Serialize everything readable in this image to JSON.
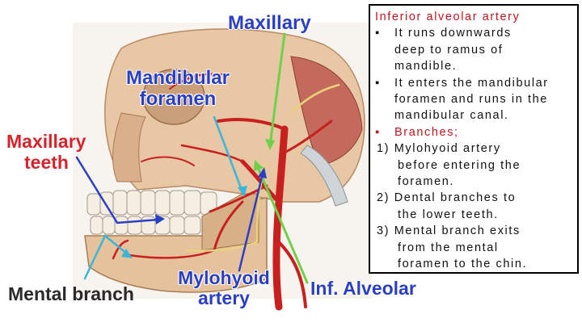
{
  "labels": {
    "maxillary": "Maxillary",
    "mandibular_foramen_line1": "Mandibular",
    "mandibular_foramen_line2": "foramen",
    "maxillary_teeth_line1": "Maxillary",
    "maxillary_teeth_line2": "teeth",
    "mental_branch": "Mental branch",
    "mylohyoid_line1": "Mylohyoid",
    "mylohyoid_line2": "artery",
    "inf_alveolar": "Inf. Alveolar"
  },
  "notes": {
    "heading": "Inferior alveolar artery",
    "bullet_marker": "▪",
    "bullet1_lines": [
      "It runs downwards",
      "deep to ramus of",
      "mandible."
    ],
    "bullet2_lines": [
      "It enters the mandibular",
      "foramen and runs in the",
      "mandibular canal."
    ],
    "bullet3": "Branches;",
    "branch1_lines": [
      "1) Mylohyoid artery",
      "before entering the",
      "foramen."
    ],
    "branch2_lines": [
      "2) Dental branches to",
      "the lower teeth."
    ],
    "branch3_lines": [
      "3) Mental branch exits",
      "from the mental",
      "foramen to the chin."
    ]
  },
  "colors": {
    "label_blue": "#2b3fc4",
    "label_red": "#d8232a",
    "arrow_green": "#6fd14a",
    "arrow_blue": "#2b3fc4",
    "arrow_cyan": "#39b6d8",
    "artery_red": "#c8201f",
    "bone": "#e9c9a8"
  }
}
